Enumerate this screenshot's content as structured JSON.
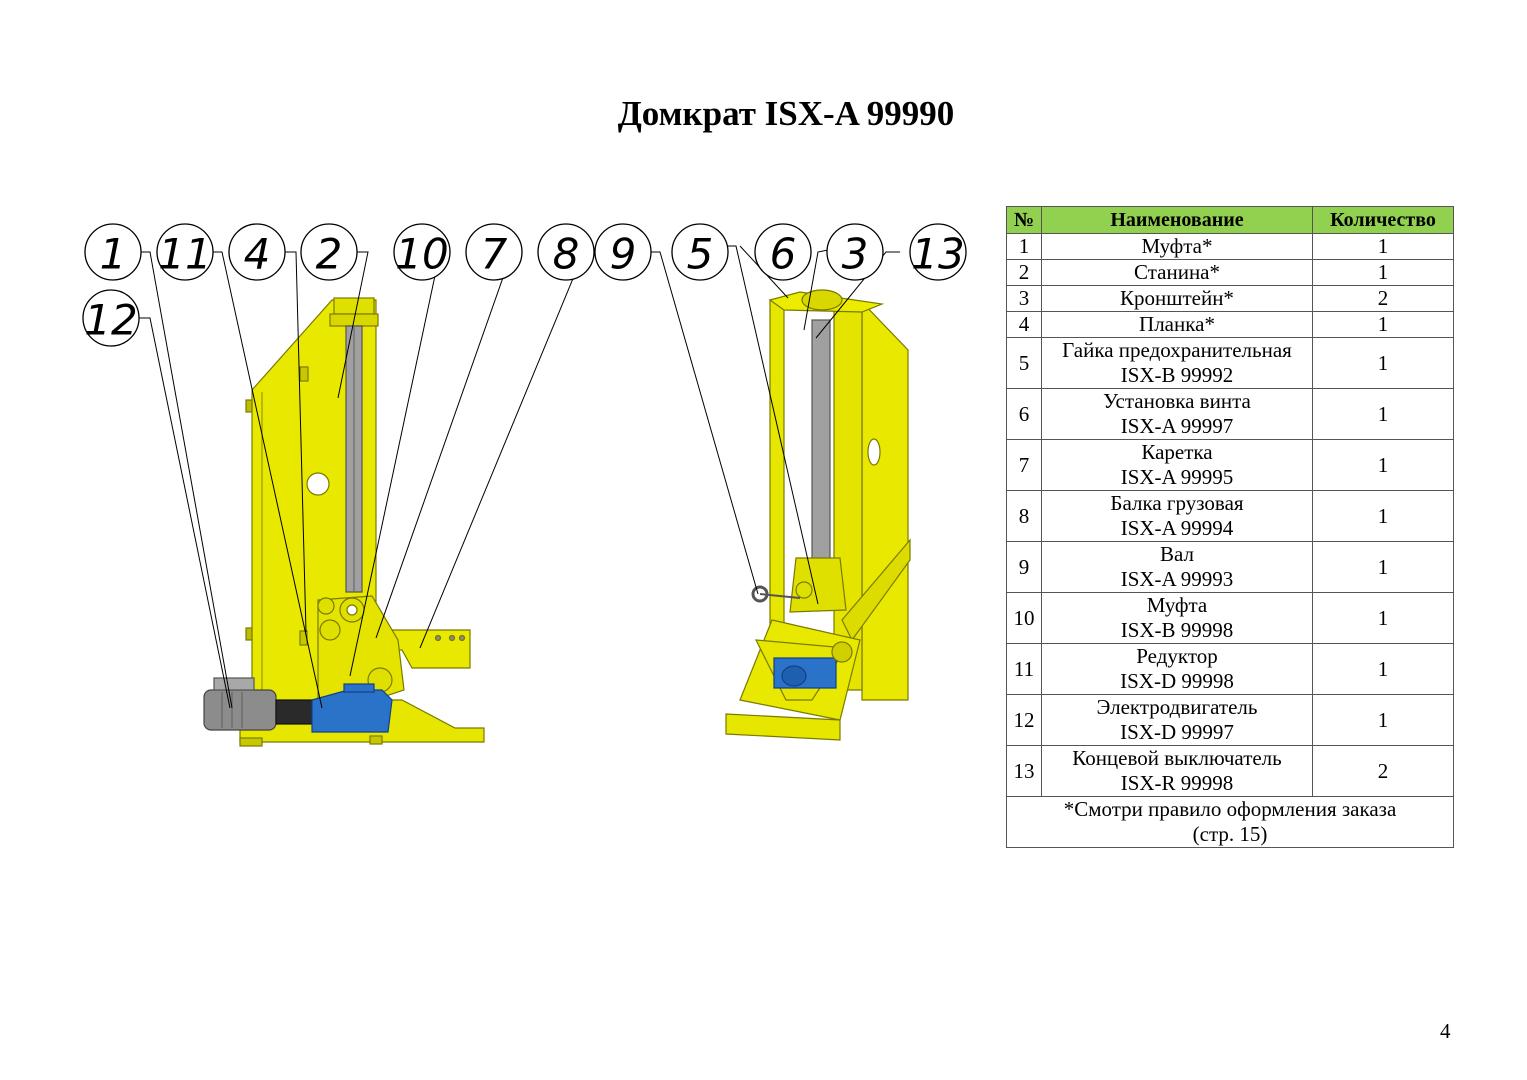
{
  "title": "Домкрат ISX-A 99990",
  "callouts_left": [
    "1",
    "11",
    "4",
    "2",
    "10",
    "7",
    "8",
    "12"
  ],
  "callouts_right": [
    "9",
    "5",
    "6",
    "3",
    "13"
  ],
  "table": {
    "headers": {
      "num": "№",
      "name": "Наименование",
      "qty": "Количество"
    },
    "rows": [
      {
        "num": "1",
        "name": "Муфта*",
        "code": "",
        "qty": "1"
      },
      {
        "num": "2",
        "name": "Станина*",
        "code": "",
        "qty": "1"
      },
      {
        "num": "3",
        "name": "Кронштейн*",
        "code": "",
        "qty": "2"
      },
      {
        "num": "4",
        "name": "Планка*",
        "code": "",
        "qty": "1"
      },
      {
        "num": "5",
        "name": "Гайка предохранительная",
        "code": "ISX-B 99992",
        "qty": "1"
      },
      {
        "num": "6",
        "name": "Установка винта",
        "code": "ISX-A 99997",
        "qty": "1"
      },
      {
        "num": "7",
        "name": "Каретка",
        "code": "ISX-A 99995",
        "qty": "1"
      },
      {
        "num": "8",
        "name": "Балка грузовая",
        "code": "ISX-A 99994",
        "qty": "1"
      },
      {
        "num": "9",
        "name": "Вал",
        "code": "ISX-A 99993",
        "qty": "1"
      },
      {
        "num": "10",
        "name": "Муфта",
        "code": "ISX-B 99998",
        "qty": "1"
      },
      {
        "num": "11",
        "name": "Редуктор",
        "code": "ISX-D 99998",
        "qty": "1"
      },
      {
        "num": "12",
        "name": "Электродвигатель",
        "code": "ISX-D 99997",
        "qty": "1"
      },
      {
        "num": "13",
        "name": "Концевой выключатель",
        "code": "ISX-R 99998",
        "qty": "2"
      }
    ],
    "footer_line1": "*Смотри правило оформления заказа",
    "footer_line2": "(стр. 15)"
  },
  "colors": {
    "frame_yellow": "#e8e800",
    "gear_blue": "#2b73c8",
    "header_green": "#92d050",
    "motor_gray": "#8c8c8c"
  },
  "page_number": "4"
}
